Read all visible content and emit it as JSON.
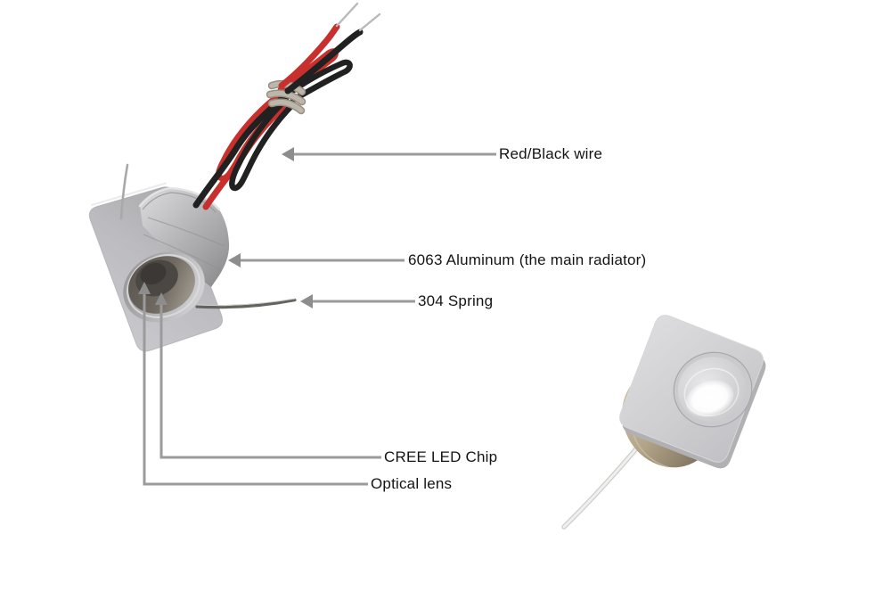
{
  "callouts": {
    "red_black_wire": "Red/Black wire",
    "aluminum": "6063 Aluminum (the main radiator)",
    "spring": "304 Spring",
    "cree_led_chip": "CREE LED Chip",
    "optical_lens": "Optical lens"
  },
  "colors": {
    "background": "#ffffff",
    "annotation_line": "#9b9b9b",
    "arrowhead": "#8d8d8d",
    "label_text": "#141414",
    "wire_red": "#c8302e",
    "wire_black": "#212121",
    "wire_tie_band": "#b6b0a5",
    "bare_wire_tip": "#b9b9b9",
    "aluminum_body": "#b4b4b7",
    "faceplate_silver": "#c0c0c3",
    "rear_body_champagne": "#b0a287",
    "lens_dark": "#4b4743"
  }
}
